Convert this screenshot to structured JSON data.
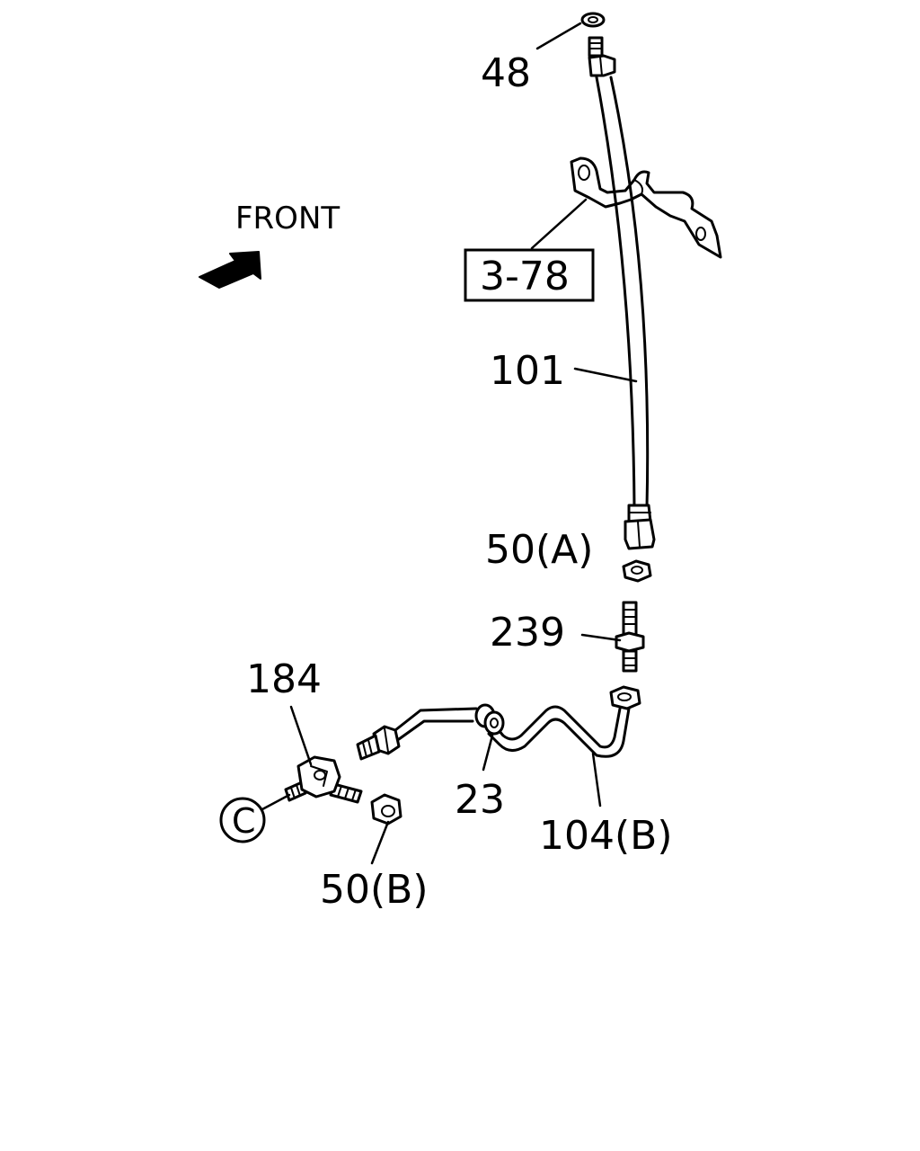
{
  "labels": {
    "front": "FRONT",
    "ref_box": "3-78",
    "p48": "48",
    "p101": "101",
    "p50a": "50(A)",
    "p239": "239",
    "p184": "184",
    "p23": "23",
    "p104b": "104(B)",
    "p50b": "50(B)",
    "circle_c": "C"
  },
  "icons": {
    "front_arrow": "arrow-up-right-icon"
  },
  "colors": {
    "line": "#000000",
    "background": "#ffffff"
  }
}
